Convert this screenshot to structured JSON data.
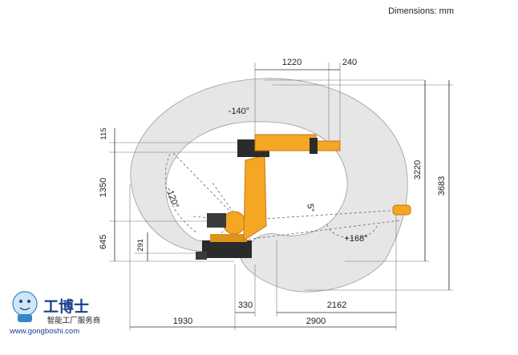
{
  "header": {
    "units_label": "Dimensions: mm"
  },
  "dimensions": {
    "top_reach": "1220",
    "top_offset": "240",
    "left_upper": "115",
    "left_arm": "1350",
    "left_base_height": "645",
    "left_base_small": "291",
    "right_inner_height": "3220",
    "right_total_height": "3683",
    "bottom_base_width": "330",
    "bottom_inner_reach": "2162",
    "bottom_left_reach": "1930",
    "bottom_right_reach": "2900"
  },
  "angles": {
    "axis1_negative": "-140°",
    "axis2_negative": "-120°",
    "axis3": "5°",
    "axis1_positive": "+168°"
  },
  "watermark": {
    "brand_cn": "工博士",
    "brand_sub_cn": "智能工厂服务商",
    "url": "www.gongboshi.com"
  },
  "colors": {
    "robot_orange": "#f5a623",
    "robot_dark": "#2b2b2b",
    "envelope_fill": "#e6e6e6",
    "logo_blue": "#1a3f8f"
  }
}
